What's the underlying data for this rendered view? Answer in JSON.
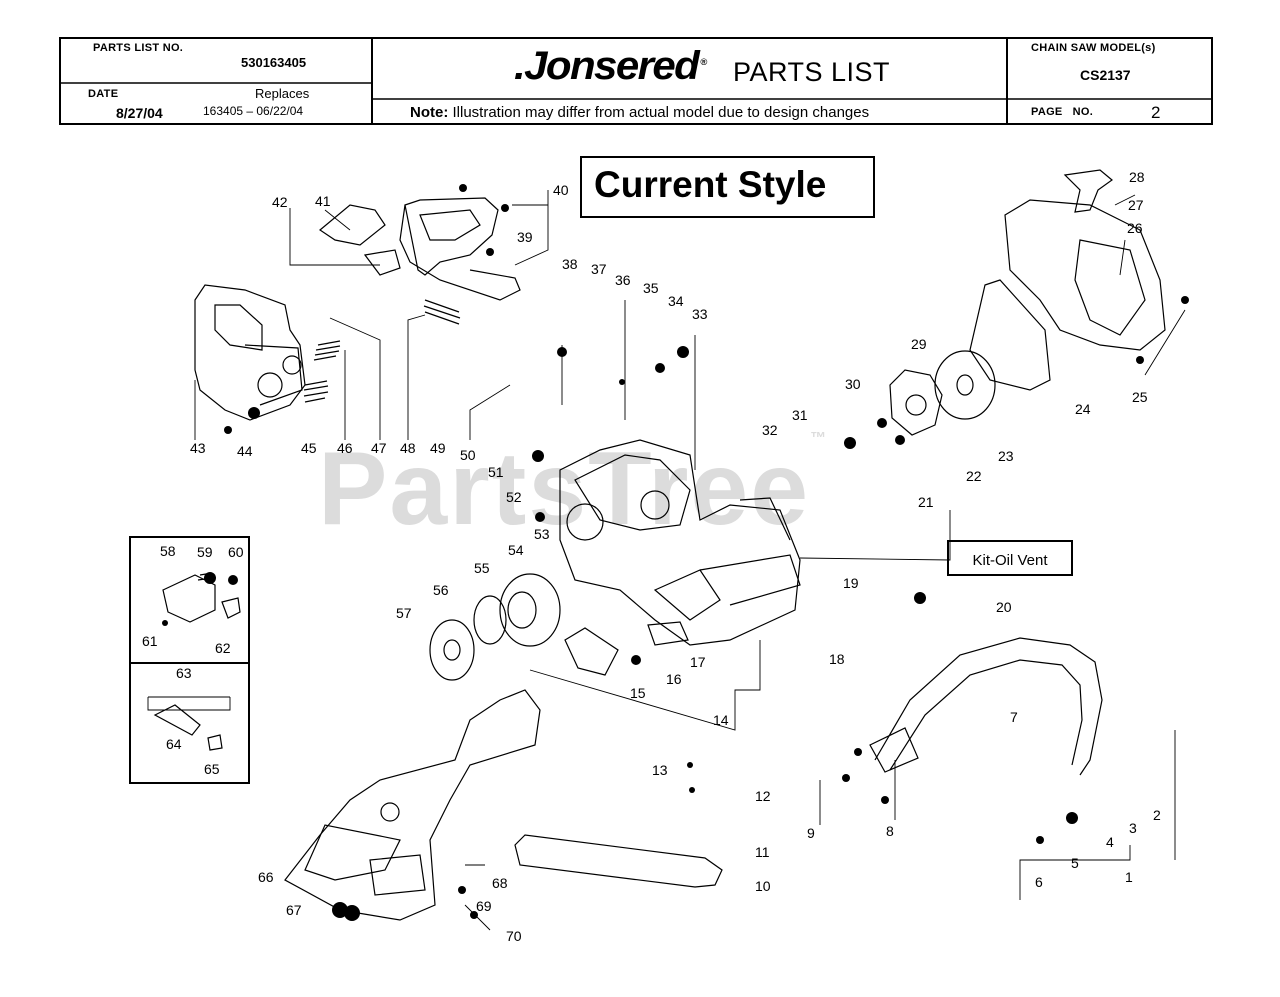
{
  "header": {
    "parts_list_no_label": "PARTS LIST NO.",
    "parts_list_no": "530163405",
    "date_label": "DATE",
    "date": "8/27/04",
    "replaces_label": "Replaces",
    "replaces": "163405 – 06/22/04",
    "brand": ".Jonsered",
    "brand_mark": "®",
    "title": "PARTS LIST",
    "note_bold": "Note:",
    "note": "Illustration may differ from actual model due to design changes",
    "model_label": "CHAIN SAW MODEL(s)",
    "model": "CS2137",
    "page_label": "PAGE   NO.",
    "page_no": "2"
  },
  "style_title": "Current Style",
  "kit_label": "Kit-Oil Vent",
  "watermark": "PartsTree",
  "watermark_mark": "™",
  "callouts": [
    "1",
    "2",
    "3",
    "4",
    "5",
    "6",
    "7",
    "8",
    "9",
    "10",
    "11",
    "12",
    "13",
    "14",
    "15",
    "16",
    "17",
    "18",
    "19",
    "20",
    "21",
    "22",
    "23",
    "24",
    "25",
    "26",
    "27",
    "28",
    "29",
    "30",
    "31",
    "32",
    "33",
    "34",
    "35",
    "36",
    "37",
    "38",
    "39",
    "40",
    "41",
    "42",
    "43",
    "44",
    "45",
    "46",
    "47",
    "48",
    "49",
    "50",
    "51",
    "52",
    "53",
    "54",
    "55",
    "56",
    "57",
    "58",
    "59",
    "60",
    "61",
    "62",
    "63",
    "64",
    "65",
    "66",
    "67",
    "68",
    "69",
    "70"
  ],
  "colors": {
    "ink": "#000000",
    "watermark": "#dcdcdc",
    "background": "#ffffff"
  }
}
